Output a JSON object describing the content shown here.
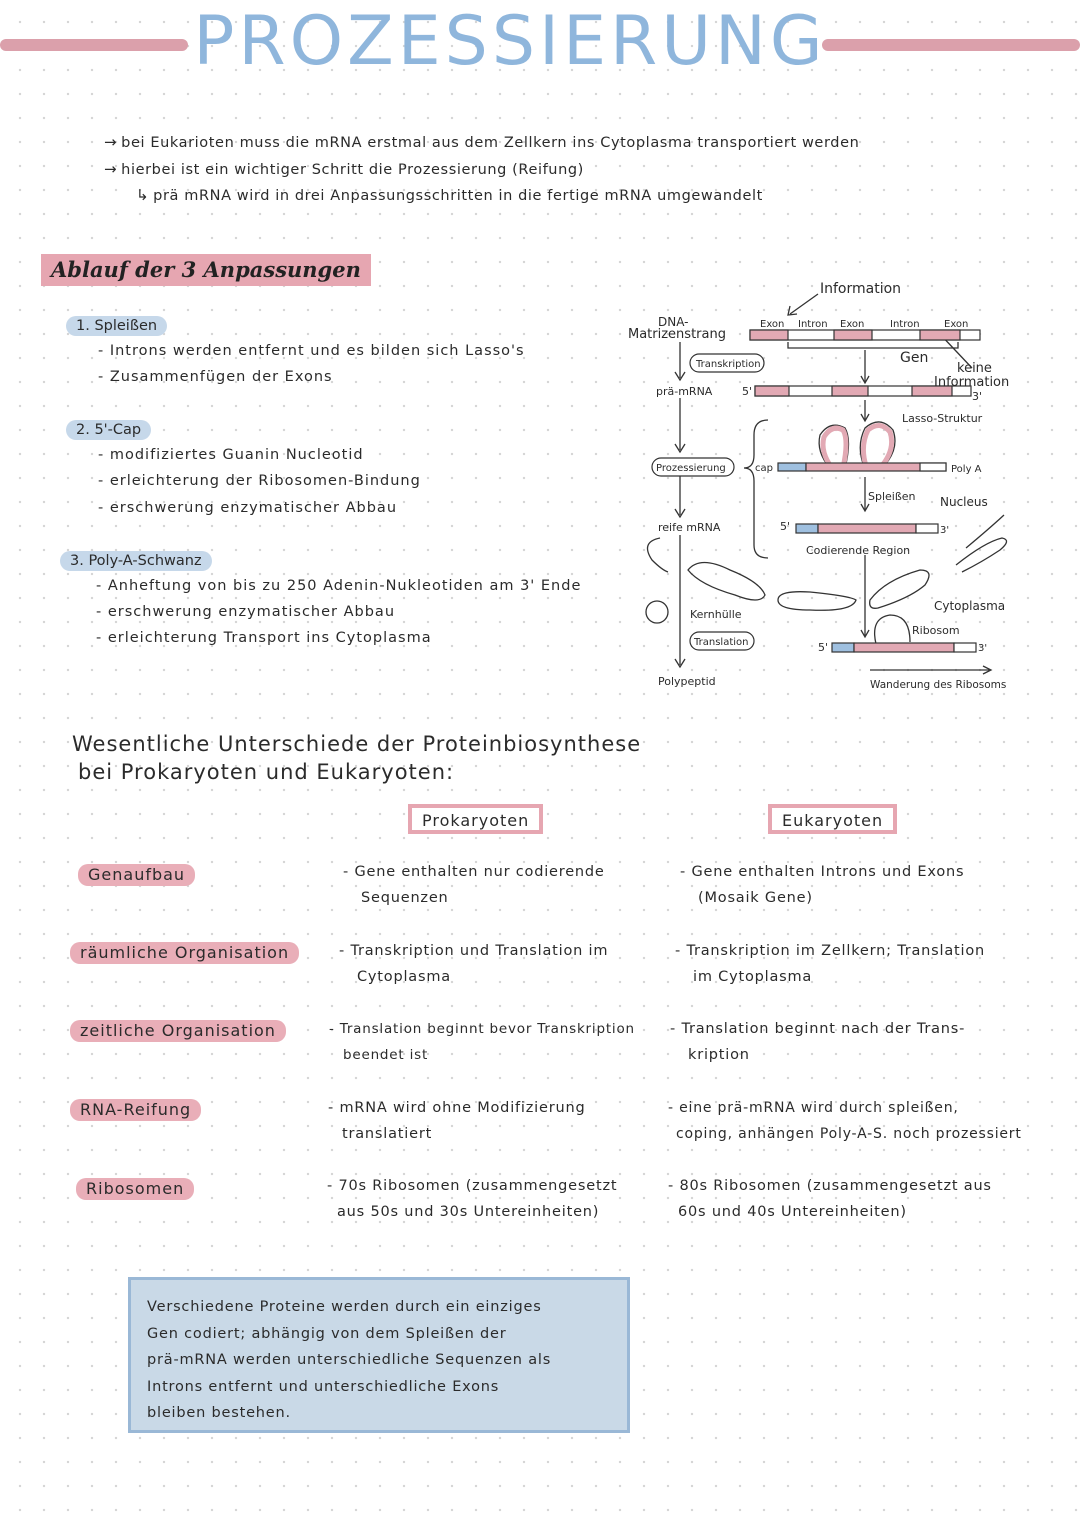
{
  "header": {
    "title": "PROZESSIERUNG"
  },
  "intro": [
    "bei Eukarioten muss die mRNA erstmal aus dem Zellkern ins Cytoplasma transportiert werden",
    "hierbei ist ein wichtiger Schritt die Prozessierung (Reifung)",
    "prä mRNA wird in drei Anpassungsschritten in die fertige mRNA umgewandelt"
  ],
  "steps_section": {
    "heading": "Ablauf der 3 Anpassungen",
    "steps": [
      {
        "label": "1. Spleißen",
        "bullets": [
          "- Introns werden entfernt und es bilden sich Lasso's",
          "- Zusammenfügen der Exons"
        ]
      },
      {
        "label": "2. 5'-Cap",
        "bullets": [
          "- modifiziertes Guanin Nucleotid",
          "- erleichterung der Ribosomen-Bindung",
          "- erschwerung enzymatischer Abbau"
        ]
      },
      {
        "label": "3. Poly-A-Schwanz",
        "bullets": [
          "- Anheftung von bis zu 250 Adenin-Nukleotiden am 3' Ende",
          "- erschwerung enzymatischer Abbau",
          "- erleichterung Transport ins Cytoplasma"
        ]
      }
    ]
  },
  "diagram": {
    "information": "Information",
    "dna_strand": "DNA-",
    "dna_strand2": "Matrizenstrang",
    "exon1": "Exon",
    "intron1": "Intron",
    "exon2": "Exon",
    "intron2": "Intron",
    "exon3": "Exon",
    "gen": "Gen",
    "keine": "keine",
    "information2": "Information",
    "transkription": "Transkription",
    "prae_mrna": "prä-mRNA",
    "five_prime": "5'",
    "three_prime": "3'",
    "lasso": "Lasso-Struktur",
    "prozessierung": "Prozessierung",
    "cap": "cap",
    "poly_a": "Poly A",
    "spleissen": "Spleißen",
    "nucleus": "Nucleus",
    "reife_mrna": "reife mRNA",
    "codierende": "Codierende Region",
    "kernhuelle": "Kernhülle",
    "cytoplasma": "Cytoplasma",
    "ribosom": "Ribosom",
    "translation": "Translation",
    "polypeptid": "Polypeptid",
    "wanderung": "Wanderung des Ribosoms",
    "colors": {
      "pink": "#e2a9b4",
      "blue": "#9fc0e0",
      "dark": "#333333"
    }
  },
  "comparison": {
    "title_line1": "Wesentliche Unterschiede der Proteinbiosynthese",
    "title_line2": "bei Prokaryoten und Eukaryoten:",
    "col_pro": "Prokaryoten",
    "col_euk": "Eukaryoten",
    "rows": [
      {
        "label": "Genaufbau",
        "pro": [
          "- Gene enthalten nur codierende",
          "Sequenzen"
        ],
        "euk": [
          "- Gene enthalten Introns und Exons",
          "(Mosaik Gene)"
        ]
      },
      {
        "label": "räumliche Organisation",
        "pro": [
          "- Transkription und Translation im",
          "Cytoplasma"
        ],
        "euk": [
          "- Transkription im Zellkern; Translation",
          "im Cytoplasma"
        ]
      },
      {
        "label": "zeitliche Organisation",
        "pro": [
          "- Translation beginnt bevor Transkription",
          "beendet ist"
        ],
        "euk": [
          "- Translation beginnt nach der Trans-",
          "kription"
        ]
      },
      {
        "label": "RNA-Reifung",
        "pro": [
          "- mRNA wird ohne Modifizierung",
          "translatiert"
        ],
        "euk": [
          "- eine prä-mRNA wird durch spleißen,",
          "coping, anhängen Poly-A-S. noch prozessiert"
        ]
      },
      {
        "label": "Ribosomen",
        "pro": [
          "- 70s Ribosomen (zusammengesetzt",
          "aus 50s und 30s Untereinheiten)"
        ],
        "euk": [
          "- 80s Ribosomen (zusammengesetzt aus",
          "60s und 40s Untereinheiten)"
        ]
      }
    ]
  },
  "note": {
    "lines": [
      "Verschiedene Proteine werden durch ein einziges",
      "Gen codiert; abhängig von dem Spleißen der",
      "prä-mRNA werden unterschiedliche Sequenzen als",
      "Introns entfernt und unterschiedliche Exons",
      "bleiben bestehen."
    ]
  }
}
